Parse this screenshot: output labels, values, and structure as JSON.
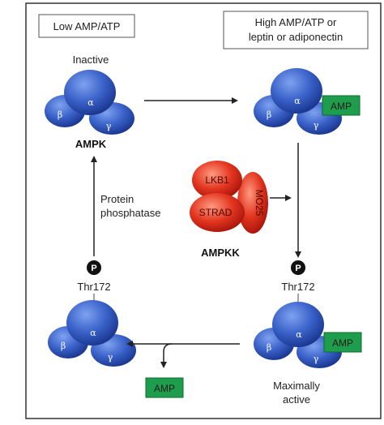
{
  "boxes": {
    "low": "Low AMP/ATP",
    "high_line1": "High AMP/ATP or",
    "high_line2": "leptin or adiponectin"
  },
  "labels": {
    "inactive": "Inactive",
    "ampk": "AMPK",
    "protein_line1": "Protein",
    "protein_line2": "phosphatase",
    "ampkk": "AMPKK",
    "thr172": "Thr172",
    "max_line1": "Maximally",
    "max_line2": "active"
  },
  "subunits": {
    "alpha": "α",
    "beta": "β",
    "gamma": "γ"
  },
  "amp": "AMP",
  "phospho": "P",
  "kinase": {
    "lkb1": "LKB1",
    "strad": "STRAD",
    "mo25": "MO25"
  },
  "colors": {
    "sphere_dark": "#1f3f9e",
    "sphere_light": "#4f78d8",
    "amp_green": "#1e9e4c",
    "kinase_red": "#d9241a"
  }
}
